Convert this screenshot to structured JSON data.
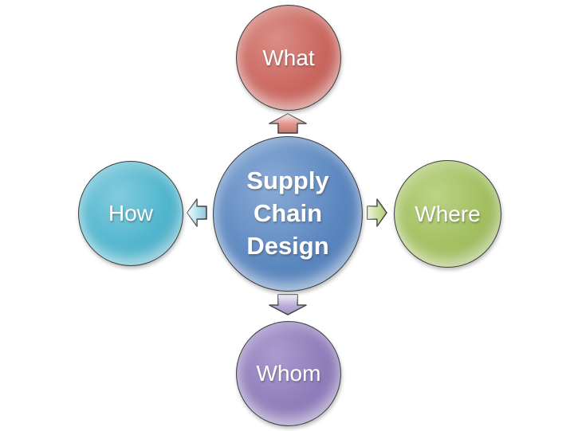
{
  "diagram": {
    "center": {
      "label": "Supply Chain Design",
      "color": "#5b87bf",
      "color_light": "#8aabd6",
      "color_dark": "#4774ae"
    },
    "nodes": [
      {
        "id": "what",
        "label": "What",
        "position": "top",
        "color": "#c9665e",
        "color_light": "#da8d86",
        "color_dark": "#b34e47",
        "arrow_color": "#dd867e"
      },
      {
        "id": "where",
        "label": "Where",
        "position": "right",
        "color": "#a2bf60",
        "color_light": "#bcd286",
        "color_dark": "#89a74b",
        "arrow_color": "#c3da8b"
      },
      {
        "id": "whom",
        "label": "Whom",
        "position": "bottom",
        "color": "#8f7cba",
        "color_light": "#aa9bce",
        "color_dark": "#7a66a8",
        "arrow_color": "#b2a3d4"
      },
      {
        "id": "how",
        "label": "How",
        "position": "left",
        "color": "#50b5cd",
        "color_light": "#82cbde",
        "color_dark": "#3c9db7",
        "arrow_color": "#a6dcec"
      }
    ],
    "style": {
      "background": "#ffffff",
      "outline": "#3f3f3f",
      "text_color": "#ffffff"
    }
  }
}
